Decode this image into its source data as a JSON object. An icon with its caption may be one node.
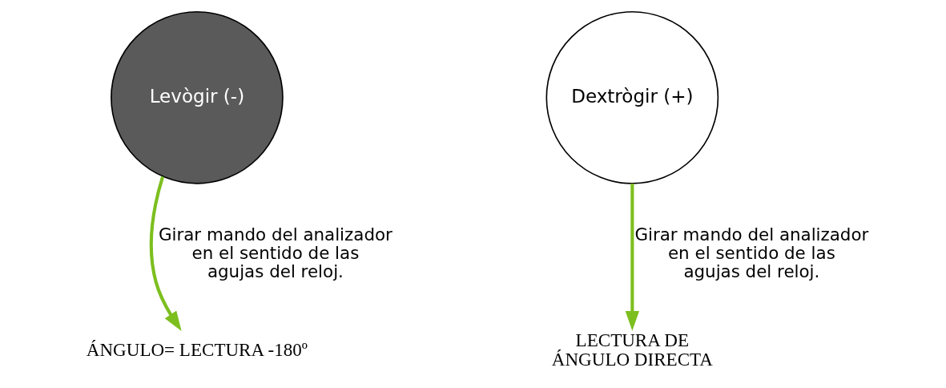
{
  "diagram": {
    "nodes": [
      {
        "text": [
          "Levògir (-)"
        ]
      },
      {
        "text": [
          "Dextrògir (+)"
        ]
      },
      {
        "text": [
          "ÁNGULO= LECTURA -180º"
        ]
      },
      {
        "text": [
          "LECTURA DE ÁNGULO DIRECTA"
        ]
      }
    ],
    "edges": [
      {
        "from": 0,
        "to": 2,
        "arrow": "to",
        "label": "Girar mando del analizador en el sentido de las agujas del reloj."
      },
      {
        "from": 1,
        "to": 3,
        "arrow": "to",
        "label": "Girar mando del analizador en el sentido de las agujas del reloj."
      }
    ]
  }
}
